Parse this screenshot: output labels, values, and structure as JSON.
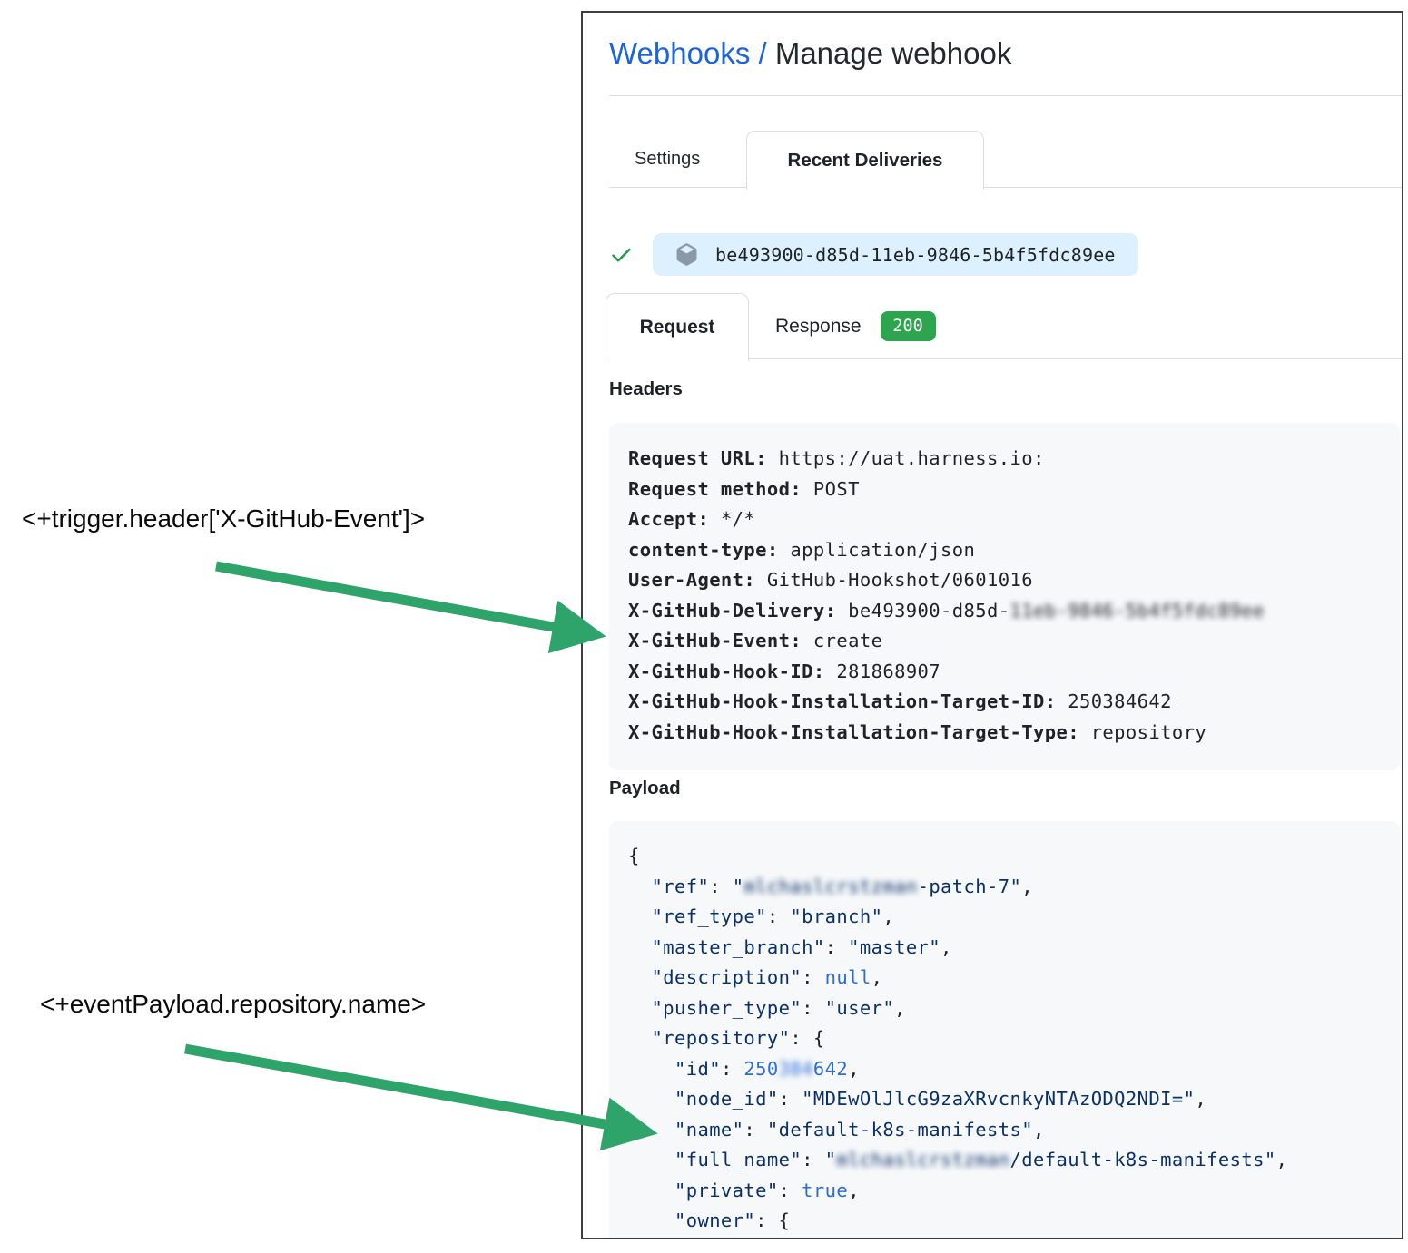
{
  "annotations": {
    "header_expression": "<+trigger.header['X-GitHub-Event']>",
    "payload_expression": "<+eventPayload.repository.name>"
  },
  "panel": {
    "breadcrumb": {
      "link": "Webhooks / ",
      "current": "Manage webhook"
    },
    "tabs": {
      "settings": "Settings",
      "recent_deliveries": "Recent Deliveries"
    },
    "delivery": {
      "guid": "be493900-d85d-11eb-9846-5b4f5fdc89ee"
    },
    "subtabs": {
      "request": "Request",
      "response": "Response",
      "status_code": "200"
    },
    "headers_heading": "Headers",
    "payload_heading": "Payload"
  },
  "headers_lines": [
    {
      "label": "Request URL:",
      "value": "https://uat.harness.io:"
    },
    {
      "label": "Request method:",
      "value": "POST"
    },
    {
      "label": "Accept:",
      "value": "*/*"
    },
    {
      "label": "content-type:",
      "value": "application/json"
    },
    {
      "label": "User-Agent:",
      "value": "GitHub-Hookshot/0601016"
    },
    {
      "label": "X-GitHub-Delivery:",
      "value": "be493900-d85d-",
      "blur": "11eb-9846-5b4f5fdc89ee"
    },
    {
      "label": "X-GitHub-Event:",
      "value": "create"
    },
    {
      "label": "X-GitHub-Hook-ID:",
      "value": "281868907"
    },
    {
      "label": "X-GitHub-Hook-Installation-Target-ID:",
      "value": "250384642"
    },
    {
      "label": "X-GitHub-Hook-Installation-Target-Type:",
      "value": "repository"
    }
  ],
  "payload_lines": [
    [
      {
        "c": "p",
        "t": "{"
      }
    ],
    [
      {
        "c": "p",
        "t": "  "
      },
      {
        "c": "k",
        "t": "\"ref\""
      },
      {
        "c": "p",
        "t": ": "
      },
      {
        "c": "s",
        "t": "\""
      },
      {
        "c": "s",
        "t": "mlchaslcrstzman",
        "blur": true
      },
      {
        "c": "s",
        "t": "-patch-7\""
      },
      {
        "c": "p",
        "t": ","
      }
    ],
    [
      {
        "c": "p",
        "t": "  "
      },
      {
        "c": "k",
        "t": "\"ref_type\""
      },
      {
        "c": "p",
        "t": ": "
      },
      {
        "c": "s",
        "t": "\"branch\""
      },
      {
        "c": "p",
        "t": ","
      }
    ],
    [
      {
        "c": "p",
        "t": "  "
      },
      {
        "c": "k",
        "t": "\"master_branch\""
      },
      {
        "c": "p",
        "t": ": "
      },
      {
        "c": "s",
        "t": "\"master\""
      },
      {
        "c": "p",
        "t": ","
      }
    ],
    [
      {
        "c": "p",
        "t": "  "
      },
      {
        "c": "k",
        "t": "\"description\""
      },
      {
        "c": "p",
        "t": ": "
      },
      {
        "c": "n",
        "t": "null"
      },
      {
        "c": "p",
        "t": ","
      }
    ],
    [
      {
        "c": "p",
        "t": "  "
      },
      {
        "c": "k",
        "t": "\"pusher_type\""
      },
      {
        "c": "p",
        "t": ": "
      },
      {
        "c": "s",
        "t": "\"user\""
      },
      {
        "c": "p",
        "t": ","
      }
    ],
    [
      {
        "c": "p",
        "t": "  "
      },
      {
        "c": "k",
        "t": "\"repository\""
      },
      {
        "c": "p",
        "t": ": {"
      }
    ],
    [
      {
        "c": "p",
        "t": "    "
      },
      {
        "c": "k",
        "t": "\"id\""
      },
      {
        "c": "p",
        "t": ": "
      },
      {
        "c": "n",
        "t": "250"
      },
      {
        "c": "n",
        "t": "384",
        "blur": true
      },
      {
        "c": "n",
        "t": "642"
      },
      {
        "c": "p",
        "t": ","
      }
    ],
    [
      {
        "c": "p",
        "t": "    "
      },
      {
        "c": "k",
        "t": "\"node_id\""
      },
      {
        "c": "p",
        "t": ": "
      },
      {
        "c": "s",
        "t": "\"MDEwOlJlcG9zaXRvcnkyNTAzODQ2NDI=\""
      },
      {
        "c": "p",
        "t": ","
      }
    ],
    [
      {
        "c": "p",
        "t": "    "
      },
      {
        "c": "k",
        "t": "\"name\""
      },
      {
        "c": "p",
        "t": ": "
      },
      {
        "c": "s",
        "t": "\"default-k8s-manifests\""
      },
      {
        "c": "p",
        "t": ","
      }
    ],
    [
      {
        "c": "p",
        "t": "    "
      },
      {
        "c": "k",
        "t": "\"full_name\""
      },
      {
        "c": "p",
        "t": ": "
      },
      {
        "c": "s",
        "t": "\""
      },
      {
        "c": "s",
        "t": "mlchaslcrstzman",
        "blur": true
      },
      {
        "c": "s",
        "t": "/default-k8s-manifests\""
      },
      {
        "c": "p",
        "t": ","
      }
    ],
    [
      {
        "c": "p",
        "t": "    "
      },
      {
        "c": "k",
        "t": "\"private\""
      },
      {
        "c": "p",
        "t": ": "
      },
      {
        "c": "n",
        "t": "true"
      },
      {
        "c": "p",
        "t": ","
      }
    ],
    [
      {
        "c": "p",
        "t": "    "
      },
      {
        "c": "k",
        "t": "\"owner\""
      },
      {
        "c": "p",
        "t": ": {"
      }
    ]
  ],
  "colors": {
    "accent_link": "#1b64dc",
    "success": "#2da44e",
    "arrow": "#2fa46a",
    "pill_bg": "#ddf0fd",
    "code_bg": "#f6f8fa",
    "code_key": "#0a3069",
    "code_literal": "#2b6cd9"
  }
}
